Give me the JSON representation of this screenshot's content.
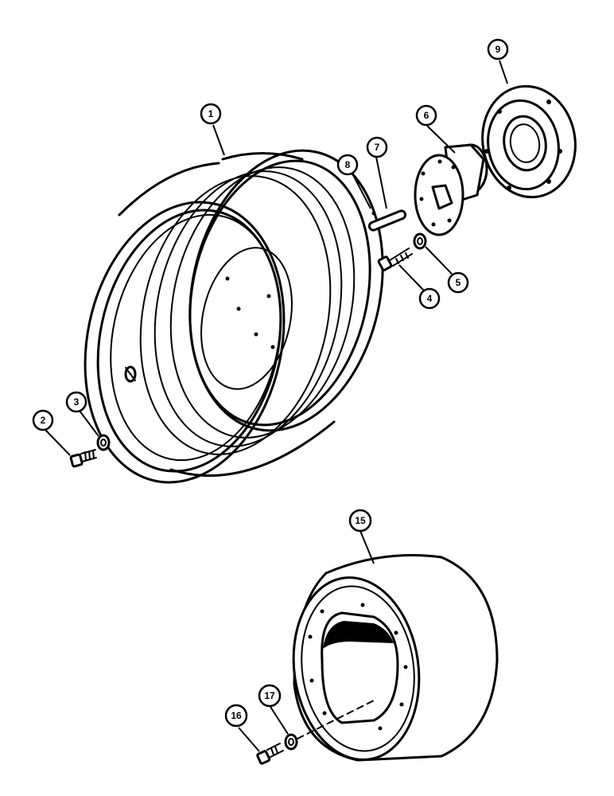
{
  "callouts": {
    "c1": "1",
    "c2": "2",
    "c3": "3",
    "c4": "4",
    "c5": "5",
    "c6": "6",
    "c7": "7",
    "c8": "8",
    "c9": "9",
    "c15": "15",
    "c16": "16",
    "c17": "17"
  }
}
